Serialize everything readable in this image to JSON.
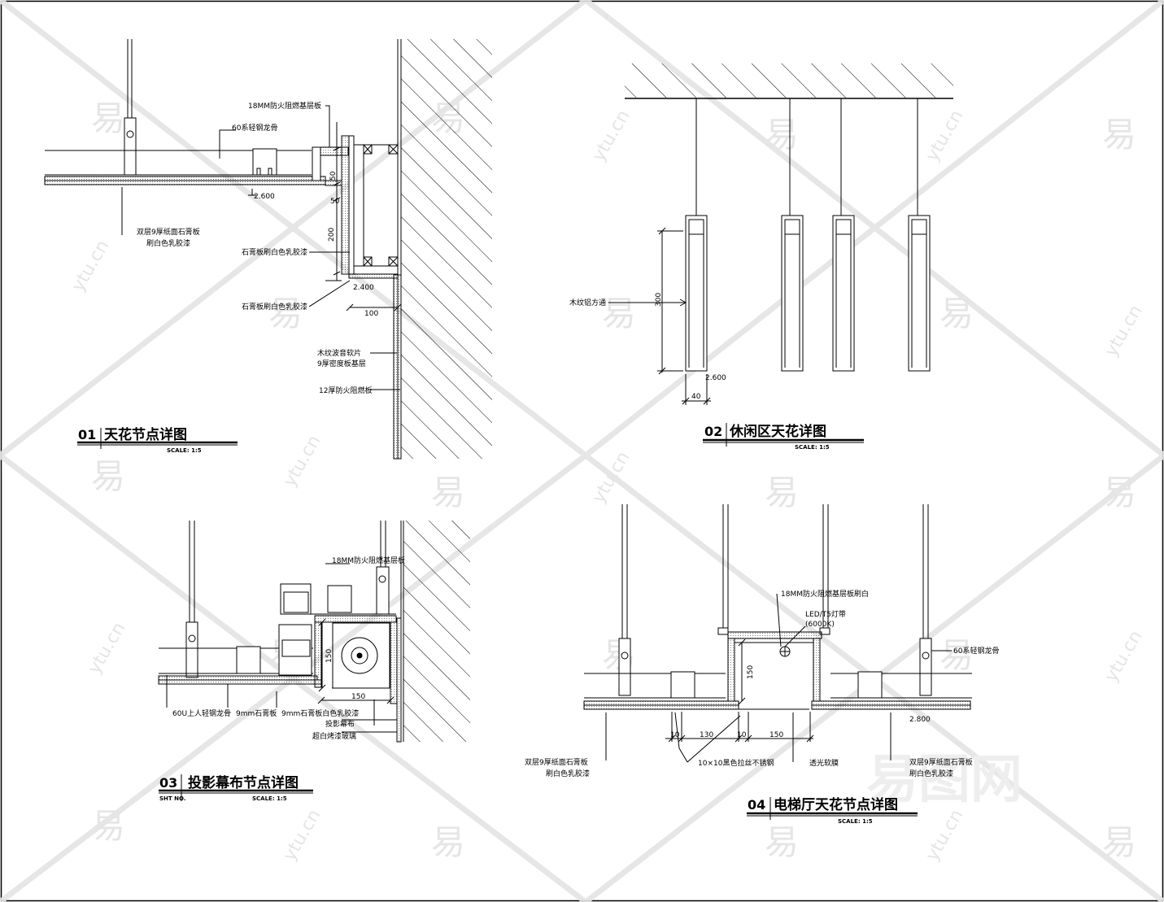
{
  "watermark": {
    "glyph": "易",
    "site": "ytu.cn",
    "brand": "易图网"
  },
  "detail_01": {
    "number": "01",
    "title": "天花节点详图",
    "scale": "SCALE: 1:5",
    "labels": {
      "board": "18MM防火阻燃基层板",
      "keel": "60系轻钢龙骨",
      "gypsum_a": "双层9厚纸面石膏板",
      "gypsum_b": "刷白色乳胶漆",
      "paint_1": "石膏板刷白色乳胶漆",
      "paint_2": "石膏板刷白色乳胶漆",
      "soft_1": "木纹波音软片",
      "soft_2": "9厚密度板基层",
      "fire_board": "12厚防火阻燃板"
    },
    "dims": {
      "d50a": "50",
      "d50b": "50",
      "d200": "200",
      "d100": "100",
      "lvl1": "2.600",
      "lvl2": "2.400"
    }
  },
  "detail_02": {
    "number": "02",
    "title": "休闲区天花详图",
    "scale": "SCALE: 1:5",
    "labels": {
      "tube": "木纹铝方通"
    },
    "dims": {
      "d300": "300",
      "d40": "40",
      "lvl": "2.600"
    }
  },
  "detail_03": {
    "number": "03",
    "title": "投影幕布节点详图",
    "sht": "SHT NO.",
    "scale": "SCALE: 1:5",
    "labels": {
      "board": "18MM防火阻燃基层板",
      "keel": "60U上人轻钢龙骨",
      "gypsum": "9mm石膏板",
      "gypsum_paint": "9mm石膏板白色乳胶漆",
      "screen": "投影幕布",
      "beam": "超白烤漆玻璃"
    },
    "dims": {
      "d150v": "150",
      "d150h": "150"
    }
  },
  "detail_04": {
    "number": "04",
    "title": "电梯厅天花节点详图",
    "scale": "SCALE: 1:5",
    "labels": {
      "board": "18MM防火阻燃基层板刷白",
      "led_1": "LED/T5灯带",
      "led_2": "(6000K)",
      "keel": "60系轻钢龙骨",
      "gyp_l1": "双层9厚纸面石膏板",
      "gyp_l2": "刷白色乳胶漆",
      "gyp_r1": "双层9厚纸面石膏板",
      "gyp_r2": "刷白色乳胶漆",
      "steel": "10×10黑色拉丝不锈钢",
      "film": "透光软膜"
    },
    "dims": {
      "d150v": "150",
      "d10a": "10",
      "d130": "130",
      "d10b": "10",
      "d150h": "150",
      "lvl": "2.800"
    }
  }
}
